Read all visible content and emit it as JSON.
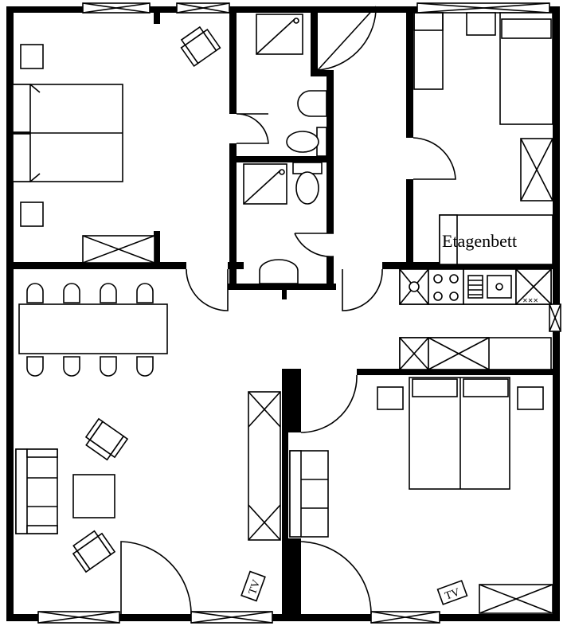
{
  "labels": {
    "bunk_bed": "Etagenbett",
    "tv_left": "TV",
    "tv_right": "TV"
  },
  "colors": {
    "wall": "#000000",
    "background": "#ffffff"
  }
}
